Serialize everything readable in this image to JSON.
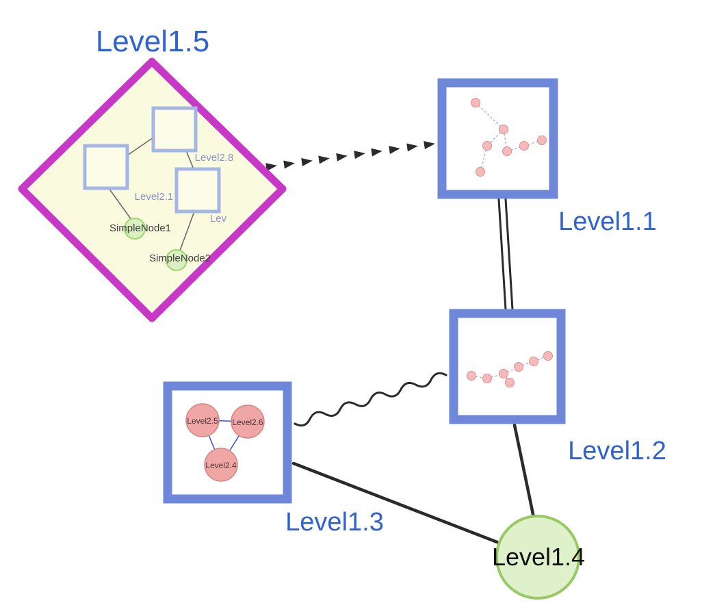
{
  "canvas": {
    "background": "#ffffff"
  },
  "labels": {
    "level1_5": "Level1.5",
    "level1_1": "Level1.1",
    "level1_2": "Level1.2",
    "level1_3": "Level1.3",
    "level1_4": "Level1.4",
    "level2_8": "Level2.8",
    "level2_1": "Level2.1",
    "level2_x_truncated": "Lev",
    "simple_node_1": "SimpleNode1",
    "simple_node_2": "SimpleNode2",
    "level2_5": "Level2.5",
    "level2_6": "Level2.6",
    "level2_4": "Level2.4"
  },
  "colors": {
    "label_blue": "#2f62d0",
    "label_black": "#111111",
    "diamond_border_magenta": "#c738c7",
    "diamond_fill_yellow": "#fafade",
    "group_border_blue": "#6f87d8",
    "inner_square_border_blue": "#a4b6e4",
    "green_node_fill": "#daf0c2",
    "green_node_border": "#9ccd6a",
    "pink_node_fill": "#f1a6a6",
    "pink_node_border": "#d08484",
    "edge_color": "#2b2b2b",
    "mini_edge_dashed_blue": "#8fa2e0",
    "triangle_edge_blue": "#3b4fd0"
  }
}
